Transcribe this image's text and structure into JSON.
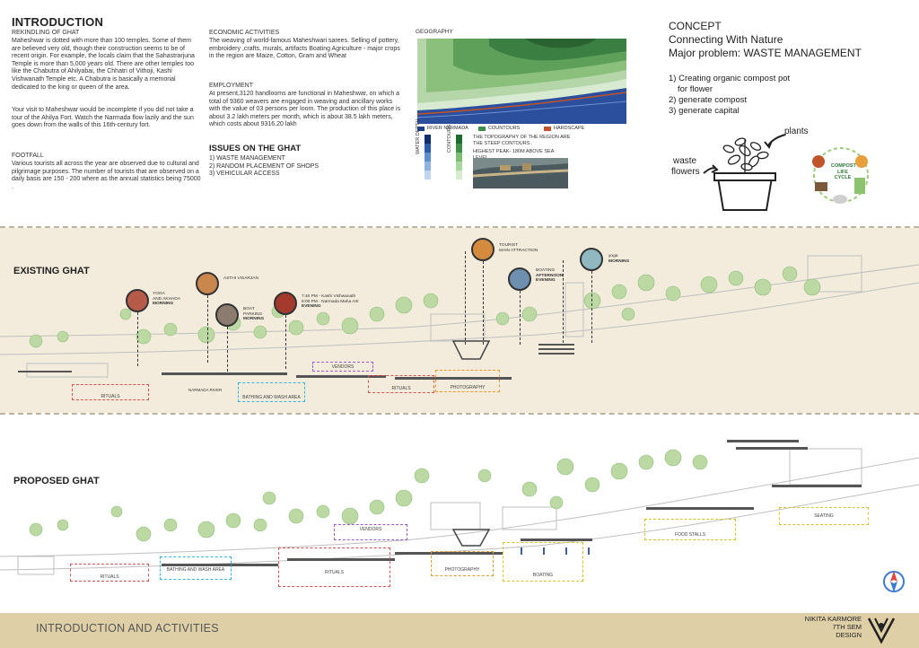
{
  "intro": {
    "title": "INTRODUCTION",
    "rekindling_title": "REKINDLING OF GHAT",
    "rekindling_text": "Maheshwar is dotted with more than 100 temples. Some of them are believed very old, though their construction seems to be of recent origin. For example, the locals claim that the Sahastrarjuna Temple is more than 5,000 years old. There are other temples too like the Chabutra of Ahilyabai, the Chhatri of Vithoji, Kashi Vishwanath Temple etc. A Chabutra is basically a memorial dedicated to the king or queen of the area.",
    "visit_text": "Your visit to Maheshwar would be incomplete if you did not take a tour of the Ahilya Fort. Watch the Narmada flow lazily and the sun goes down from the walls of this 16th-century fort.",
    "footfall_title": "FOOTFALL",
    "footfall_text": "Various tourists all across the year are observed due to cultural and pilgrimage purposes. The number of tourists that are observed on a daily basis are 150 - 200 where as the annual statistics being 75000 ."
  },
  "economic": {
    "title": "ECONOMIC ACTIVITIES",
    "text": "The weaving of world-famous Maheshwari sarees. Selling of pottery, embroidery ,crafts, murals, artifacts Boating Agriculture - major crops in the region are Maize, Cotton, Gram and Wheat",
    "employment_title": "EMPLOYMENT",
    "employment_text": "At present,3120 handlooms are functional in Maheshwar, on which a total of 9360 weavers are engaged in weaving and ancillary works with the value of 03 persons per loom. The production of this place is about 3.2 lakh meters per month, which is about 38.5 lakh meters, which costs about 9316.20 lakh"
  },
  "issues": {
    "title": "ISSUES ON THE GHAT",
    "items": [
      "1) WASTE MANAGEMENT",
      "2) RANDOM PLACEMENT OF SHOPS",
      "3) VEHICULAR ACCESS"
    ]
  },
  "geography": {
    "title": "GEOGRAPHY",
    "legend": [
      "RIVER NARMADA",
      "COUNTOURS",
      "HARDSCAPE"
    ],
    "note1": "THE TOPOGRAPHY OF THE REGION ARE THE STEEP CONTOURS .",
    "note2": "HIGHEST PEAK- 180M ABOVE SEA LEVEL.",
    "water_depth": "WATER DEPTH",
    "contours": "CONTOURS",
    "colors": {
      "river": "#1f3f8f",
      "contour": "#3f8f4a",
      "hardscape": "#c0542a"
    }
  },
  "concept": {
    "title": "CONCEPT",
    "subtitle": "Connecting With Nature",
    "problem": "Major problem: WASTE MANAGEMENT",
    "points": [
      "1) Creating organic compost pot",
      "for flower",
      "2) generate compost",
      "3) generate capital"
    ],
    "label_plants": "plants",
    "label_waste": "waste",
    "label_flowers": "flowers",
    "cycle_label": "COMPOST LIFE CYCLE"
  },
  "existing": {
    "title": "EXISTING GHAT",
    "callouts": [
      {
        "line1": "YOGA",
        "line2": "AND AKHADA",
        "line3": "MORNING"
      },
      {
        "line1": "ASTHI VISARJAN",
        "line2": "",
        "line3": ""
      },
      {
        "line1": "BOAT",
        "line2": "PARKING",
        "line3": "MORNING"
      },
      {
        "line1": "7:40 PM - Kashi Vishwanath",
        "line2": "8:00 PM - Narmada Maha Arti",
        "line3": "EVENING"
      },
      {
        "line1": "TOURIST",
        "line2": "MAIN ATTRACTION",
        "line3": ""
      },
      {
        "line1": "BOATING",
        "line2": "AFTERNOON",
        "line3": "EVENING"
      },
      {
        "line1": "yoga",
        "line2": "",
        "line3": "MORNING"
      }
    ],
    "zones": [
      "RITUALS",
      "NARMADA RIVER",
      "BATHING AND WASH AREA",
      "VENDORS",
      "RITUALS",
      "PHOTOGRAPHY"
    ]
  },
  "proposed": {
    "title": "PROPOSED GHAT",
    "zones": [
      "RITUALS",
      "BATHING AND WASH AREA",
      "VENDORS",
      "RITUALS",
      "PHOTOGRAPHY",
      "BOATING",
      "FOOD STALLS",
      "SEATING"
    ]
  },
  "footer": {
    "title": "INTRODUCTION AND ACTIVITIES",
    "author": [
      "NIKITA KARMORE",
      "7TH SEM",
      "DESIGN"
    ]
  }
}
